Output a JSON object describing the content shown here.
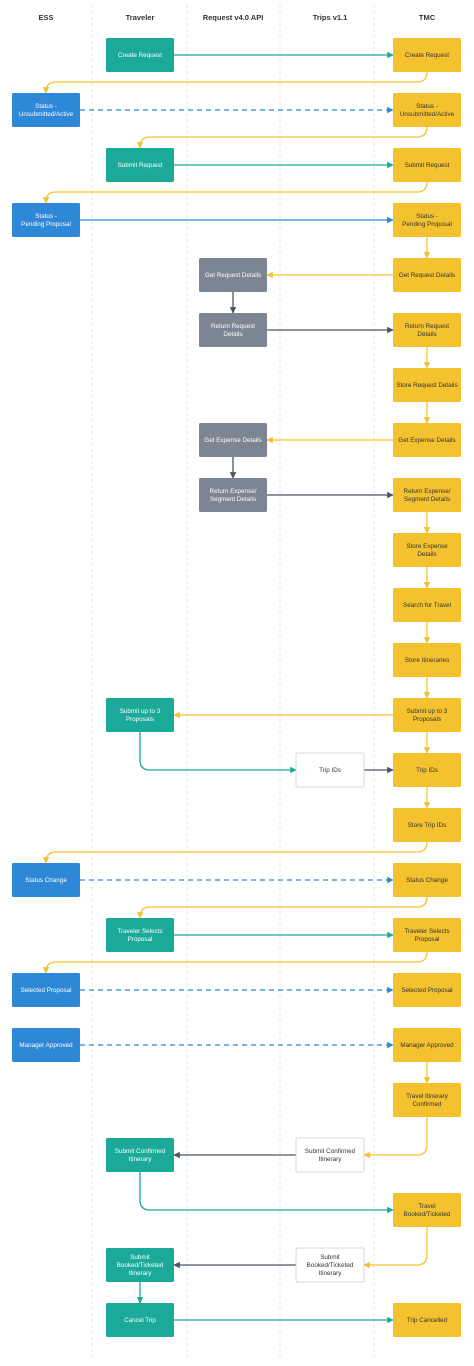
{
  "lanes": [
    {
      "id": "ess",
      "title": "ESS"
    },
    {
      "id": "traveler",
      "title": "Traveler"
    },
    {
      "id": "request",
      "title": "Request v4.0 API"
    },
    {
      "id": "trips",
      "title": "Trips v1.1"
    },
    {
      "id": "tmc",
      "title": "TMC"
    }
  ],
  "colors": {
    "teal": "#1ba99a",
    "blue": "#2f88d7",
    "yellow": "#f5c22f",
    "gray": "#7c8693",
    "white": "#ffffff",
    "edge_gray": "#4a5561",
    "edge_orange": "#f5c22f"
  },
  "nodes": [
    {
      "id": "tr-create",
      "style": "teal",
      "lines": [
        "Create Request"
      ]
    },
    {
      "id": "tmc-create",
      "style": "yellow",
      "lines": [
        "Create Request"
      ]
    },
    {
      "id": "ess-unsub",
      "style": "blue",
      "lines": [
        "Status -",
        "Unsubmitted/Active"
      ]
    },
    {
      "id": "tmc-unsub",
      "style": "yellow",
      "lines": [
        "Status -",
        "Unsubmitted/Active"
      ]
    },
    {
      "id": "tr-submit",
      "style": "teal",
      "lines": [
        "Submit Request"
      ]
    },
    {
      "id": "tmc-submit",
      "style": "yellow",
      "lines": [
        "Submit Request"
      ]
    },
    {
      "id": "ess-pending",
      "style": "blue",
      "lines": [
        "Status -",
        "Pending Proposal"
      ]
    },
    {
      "id": "tmc-pending",
      "style": "yellow",
      "lines": [
        "Status -",
        "Pending Proposal"
      ]
    },
    {
      "id": "rq-get",
      "style": "gray",
      "lines": [
        "Get Request Details"
      ]
    },
    {
      "id": "tmc-get",
      "style": "yellow",
      "lines": [
        "Get Request Details"
      ]
    },
    {
      "id": "rq-return",
      "style": "gray",
      "lines": [
        "Return Request",
        "Details"
      ]
    },
    {
      "id": "tmc-return",
      "style": "yellow",
      "lines": [
        "Return Request",
        "Details"
      ]
    },
    {
      "id": "tmc-store-req",
      "style": "yellow",
      "lines": [
        "Store Request Details"
      ]
    },
    {
      "id": "rq-get-exp",
      "style": "gray",
      "lines": [
        "Get Expense Details"
      ]
    },
    {
      "id": "tmc-get-exp",
      "style": "yellow",
      "lines": [
        "Get Expense Details"
      ]
    },
    {
      "id": "rq-return-exp",
      "style": "gray",
      "lines": [
        "Return Expense/",
        "Segment Details"
      ]
    },
    {
      "id": "tmc-return-exp",
      "style": "yellow",
      "lines": [
        "Return Expense/",
        "Segment Details"
      ]
    },
    {
      "id": "tmc-store-exp",
      "style": "yellow",
      "lines": [
        "Store Expense",
        "Details"
      ]
    },
    {
      "id": "tmc-search",
      "style": "yellow",
      "lines": [
        "Search for Travel"
      ]
    },
    {
      "id": "tmc-store-itin",
      "style": "yellow",
      "lines": [
        "Store Itineraries"
      ]
    },
    {
      "id": "tr-submit3",
      "style": "teal",
      "lines": [
        "Submit up to 3",
        "Proposals"
      ]
    },
    {
      "id": "tmc-submit3",
      "style": "yellow",
      "lines": [
        "Submit up to 3",
        "Proposals"
      ]
    },
    {
      "id": "trips-ids",
      "style": "white",
      "lines": [
        "Trip IDs"
      ]
    },
    {
      "id": "tmc-tripids",
      "style": "yellow",
      "lines": [
        "Trip IDs"
      ]
    },
    {
      "id": "tmc-store-tripids",
      "style": "yellow",
      "lines": [
        "Store Trip IDs"
      ]
    },
    {
      "id": "ess-status-change",
      "style": "blue",
      "lines": [
        "Status Change"
      ]
    },
    {
      "id": "tmc-status-change",
      "style": "yellow",
      "lines": [
        "Status Change"
      ]
    },
    {
      "id": "tr-selects",
      "style": "teal",
      "lines": [
        "Traveler Selects",
        "Proposal"
      ]
    },
    {
      "id": "tmc-selects",
      "style": "yellow",
      "lines": [
        "Traveler Selects",
        "Proposal"
      ]
    },
    {
      "id": "ess-selected",
      "style": "blue",
      "lines": [
        "Selected Proposal"
      ]
    },
    {
      "id": "tmc-selected",
      "style": "yellow",
      "lines": [
        "Selected Proposal"
      ]
    },
    {
      "id": "ess-mgr",
      "style": "blue",
      "lines": [
        "Manager Approved"
      ]
    },
    {
      "id": "tmc-mgr",
      "style": "yellow",
      "lines": [
        "Manager Approved"
      ]
    },
    {
      "id": "tmc-itin-confirmed",
      "style": "yellow",
      "lines": [
        "Travel Itinerary",
        "Confirmed"
      ]
    },
    {
      "id": "tr-confirmed",
      "style": "teal",
      "lines": [
        "Submit Confirmed",
        "Itinerary"
      ]
    },
    {
      "id": "trips-confirmed",
      "style": "white",
      "lines": [
        "Submit Confirmed",
        "Itinerary"
      ]
    },
    {
      "id": "tmc-booked",
      "style": "yellow",
      "lines": [
        "Travel",
        "Booked/Ticketed"
      ]
    },
    {
      "id": "tr-booked",
      "style": "teal",
      "lines": [
        "Submit",
        "Booked/Ticketed",
        "Itinerary"
      ]
    },
    {
      "id": "trips-booked",
      "style": "white",
      "lines": [
        "Submit",
        "Booked/Ticketed",
        "Itinerary"
      ]
    },
    {
      "id": "tr-cancel",
      "style": "teal",
      "lines": [
        "Cancel Trip"
      ]
    },
    {
      "id": "tmc-cancel",
      "style": "yellow",
      "lines": [
        "Trip Cancelled"
      ]
    }
  ],
  "edges": [
    {
      "from": "tr-create",
      "to": "tmc-create",
      "color": "teal"
    },
    {
      "from": "tmc-create",
      "to": "ess-unsub",
      "color": "yellow"
    },
    {
      "from": "ess-unsub",
      "to": "tmc-unsub",
      "color": "blue",
      "dashed": true
    },
    {
      "from": "tmc-unsub",
      "to": "tr-submit",
      "color": "yellow"
    },
    {
      "from": "tr-submit",
      "to": "tmc-submit",
      "color": "teal"
    },
    {
      "from": "tmc-submit",
      "to": "ess-pending",
      "color": "yellow"
    },
    {
      "from": "ess-pending",
      "to": "tmc-pending",
      "color": "blue"
    },
    {
      "from": "tmc-pending",
      "to": "tmc-get",
      "color": "yellow"
    },
    {
      "from": "tmc-get",
      "to": "rq-get",
      "color": "yellow"
    },
    {
      "from": "rq-get",
      "to": "rq-return",
      "color": "gray"
    },
    {
      "from": "rq-return",
      "to": "tmc-return",
      "color": "gray"
    },
    {
      "from": "tmc-return",
      "to": "tmc-store-req",
      "color": "yellow"
    },
    {
      "from": "tmc-store-req",
      "to": "tmc-get-exp",
      "color": "yellow"
    },
    {
      "from": "tmc-get-exp",
      "to": "rq-get-exp",
      "color": "yellow"
    },
    {
      "from": "rq-get-exp",
      "to": "rq-return-exp",
      "color": "gray"
    },
    {
      "from": "rq-return-exp",
      "to": "tmc-return-exp",
      "color": "gray"
    },
    {
      "from": "tmc-return-exp",
      "to": "tmc-store-exp",
      "color": "yellow"
    },
    {
      "from": "tmc-store-exp",
      "to": "tmc-search",
      "color": "yellow"
    },
    {
      "from": "tmc-search",
      "to": "tmc-store-itin",
      "color": "yellow"
    },
    {
      "from": "tmc-store-itin",
      "to": "tmc-submit3",
      "color": "yellow"
    },
    {
      "from": "tmc-submit3",
      "to": "tr-submit3",
      "color": "yellow"
    },
    {
      "from": "tmc-submit3",
      "to": "tmc-tripids",
      "color": "yellow"
    },
    {
      "from": "tr-submit3",
      "to": "trips-ids",
      "color": "teal"
    },
    {
      "from": "trips-ids",
      "to": "tmc-tripids",
      "color": "gray"
    },
    {
      "from": "tmc-tripids",
      "to": "tmc-store-tripids",
      "color": "yellow"
    },
    {
      "from": "tmc-store-tripids",
      "to": "ess-status-change",
      "color": "yellow"
    },
    {
      "from": "ess-status-change",
      "to": "tmc-status-change",
      "color": "blue",
      "dashed": true
    },
    {
      "from": "tmc-status-change",
      "to": "tr-selects",
      "color": "yellow"
    },
    {
      "from": "tr-selects",
      "to": "tmc-selects",
      "color": "teal"
    },
    {
      "from": "tmc-selects",
      "to": "ess-selected",
      "color": "yellow"
    },
    {
      "from": "ess-selected",
      "to": "tmc-selected",
      "color": "blue",
      "dashed": true
    },
    {
      "from": "ess-mgr",
      "to": "tmc-mgr",
      "color": "blue",
      "dashed": true
    },
    {
      "from": "tmc-mgr",
      "to": "tmc-itin-confirmed",
      "color": "yellow"
    },
    {
      "from": "tmc-itin-confirmed",
      "to": "trips-confirmed",
      "color": "yellow"
    },
    {
      "from": "trips-confirmed",
      "to": "tr-confirmed",
      "color": "gray"
    },
    {
      "from": "tr-confirmed",
      "to": "tmc-booked",
      "color": "teal"
    },
    {
      "from": "tmc-booked",
      "to": "trips-booked",
      "color": "yellow"
    },
    {
      "from": "trips-booked",
      "to": "tr-booked",
      "color": "gray"
    },
    {
      "from": "tr-booked",
      "to": "tr-cancel",
      "color": "teal"
    },
    {
      "from": "tr-cancel",
      "to": "tmc-cancel",
      "color": "teal"
    }
  ]
}
